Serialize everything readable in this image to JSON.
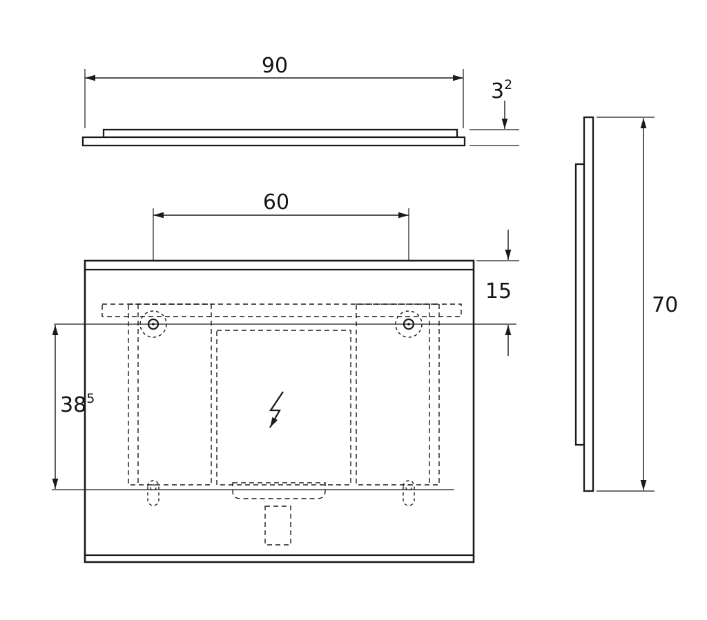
{
  "dimensions": {
    "width": "90",
    "thickness": {
      "base": "3",
      "sup": "2"
    },
    "hole_spacing": "60",
    "top_offset": "15",
    "hole_to_bottom": {
      "base": "38",
      "sup": "5"
    },
    "height": "70"
  }
}
